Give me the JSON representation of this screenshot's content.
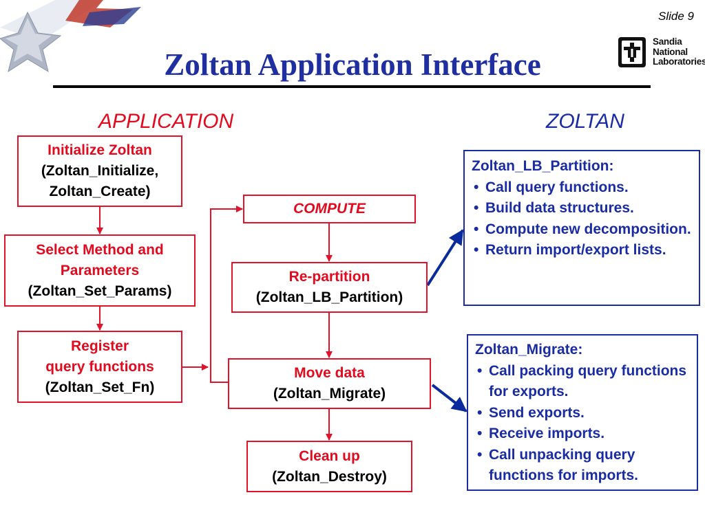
{
  "slide": {
    "number_label": "Slide 9"
  },
  "logo": {
    "line1": "Sandia",
    "line2": "National",
    "line3": "Laboratories"
  },
  "title": "Zoltan Application Interface",
  "headings": {
    "application": "APPLICATION",
    "zoltan": "ZOLTAN"
  },
  "app_boxes": {
    "init": {
      "line1": "Initialize Zoltan",
      "line2": "(Zoltan_Initialize,",
      "line3": "Zoltan_Create)"
    },
    "select": {
      "line1": "Select Method and",
      "line2": "Parameters",
      "line3": "(Zoltan_Set_Params)"
    },
    "register": {
      "line1": "Register",
      "line2": "query functions",
      "line3": "(Zoltan_Set_Fn)"
    }
  },
  "flow_boxes": {
    "compute": {
      "label": "COMPUTE"
    },
    "repartition": {
      "line1": "Re-partition",
      "line2": "(Zoltan_LB_Partition)"
    },
    "move": {
      "line1": "Move data",
      "line2": "(Zoltan_Migrate)"
    },
    "cleanup": {
      "line1": "Clean up",
      "line2": "(Zoltan_Destroy)"
    }
  },
  "zoltan_boxes": {
    "lb_partition": {
      "title": "Zoltan_LB_Partition:",
      "items": [
        "Call query functions.",
        "Build data structures.",
        "Compute new decomposition.",
        "Return import/export lists."
      ]
    },
    "migrate": {
      "title": "Zoltan_Migrate:",
      "items": [
        "Call packing query functions for exports.",
        "Send exports.",
        "Receive imports.",
        "Call unpacking query functions for imports."
      ]
    }
  },
  "colors": {
    "title_blue": "#1f2fa0",
    "zoltan_blue": "#1a2ca3",
    "app_red": "#e20a1e",
    "box_border_red": "#e2122a"
  }
}
